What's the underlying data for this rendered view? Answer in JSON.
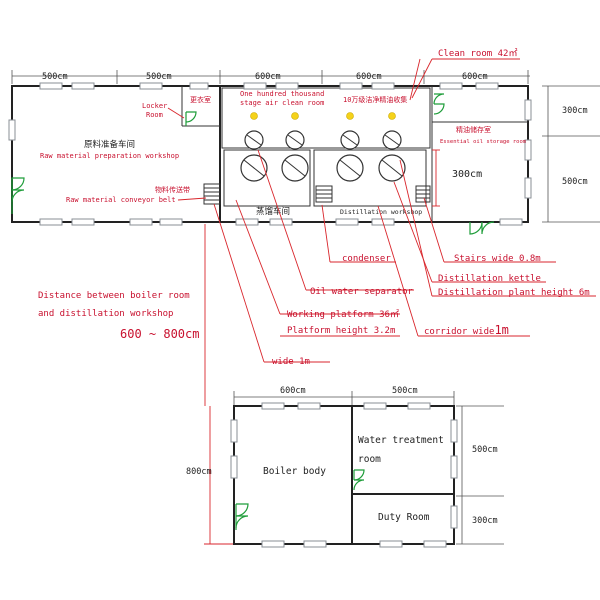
{
  "top_dims": [
    "500cm",
    "500cm",
    "600cm",
    "600cm",
    "600cm"
  ],
  "right_dims": [
    "300cm",
    "500cm"
  ],
  "clean_room": "Clean room 42㎡",
  "locker_room": {
    "en": "Locker\nRoom",
    "cn": "更衣室"
  },
  "clean_area": {
    "line1": "One hundred thousand",
    "line2": "stage air clean room",
    "cn": "10万级洁净精油收集"
  },
  "essential_oil_storage": {
    "cn": "精油储存室",
    "en": "Essential oil storage room"
  },
  "raw_material": {
    "cn": "原料准备车间",
    "en": "Raw material preparation workshop"
  },
  "conveyor": {
    "cn": "物料传送带",
    "en": "Raw material conveyor belt"
  },
  "distill_workshop": {
    "cn": "蒸馏车间",
    "en": "Distillation workshop"
  },
  "dim_300cm": "300cm",
  "labels": {
    "condenser": "condenser",
    "oil_water_separator": "Oil water separator",
    "working_platform": "Working platform 36㎡",
    "platform_height": "Platform height 3.2m",
    "wide": "wide  1m",
    "stairs": "Stairs wide 0.8m",
    "distillation_kettle": "Distillation kettle",
    "plant_height": "Distillation plant height 6m",
    "corridor": "corridor wide",
    "corridor_value": "1m"
  },
  "distance_note": {
    "line1": "Distance between boiler room",
    "line2": "and distillation workshop",
    "value": "600 ~ 800cm"
  },
  "boiler_dims": {
    "top_left": "600cm",
    "top_right": "500cm",
    "left": "800cm",
    "right_top": "500cm",
    "right_bottom": "300cm"
  },
  "boiler_rooms": {
    "boiler": "Boiler body",
    "water1": "Water treatment",
    "water2": "room",
    "duty": "Duty Room"
  }
}
